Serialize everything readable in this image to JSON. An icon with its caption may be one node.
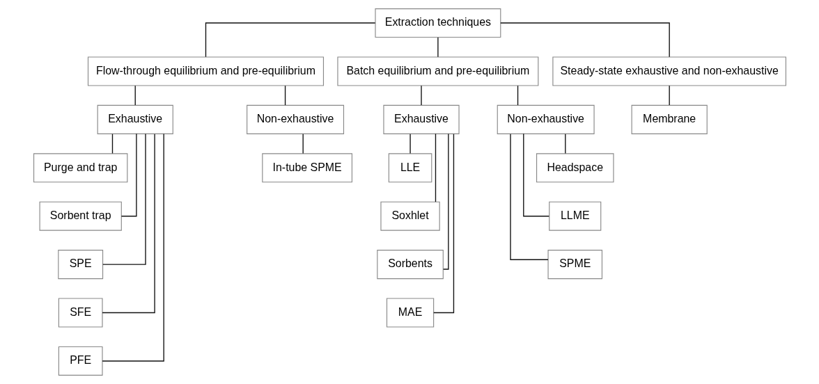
{
  "diagram": {
    "nodes": [
      {
        "text": [
          "Extraction techniques"
        ]
      },
      {
        "text": [
          "Flow-through equilibrium and pre-equilibrium"
        ]
      },
      {
        "text": [
          "Batch equilibrium and pre-equilibrium"
        ]
      },
      {
        "text": [
          "Steady-state exhaustive and non-exhaustive"
        ]
      },
      {
        "text": [
          "Exhaustive"
        ]
      },
      {
        "text": [
          "Non-exhaustive"
        ]
      },
      {
        "text": [
          "Exhaustive"
        ]
      },
      {
        "text": [
          "Non-exhaustive"
        ]
      },
      {
        "text": [
          "Membrane"
        ]
      },
      {
        "text": [
          "Purge and trap"
        ]
      },
      {
        "text": [
          "In-tube SPME"
        ]
      },
      {
        "text": [
          "LLE"
        ]
      },
      {
        "text": [
          "Headspace"
        ]
      },
      {
        "text": [
          "Sorbent trap"
        ]
      },
      {
        "text": [
          "Soxhlet"
        ]
      },
      {
        "text": [
          "LLME"
        ]
      },
      {
        "text": [
          "SPE"
        ]
      },
      {
        "text": [
          "Sorbents"
        ]
      },
      {
        "text": [
          "SPME"
        ]
      },
      {
        "text": [
          "SFE"
        ]
      },
      {
        "text": [
          "MAE"
        ]
      },
      {
        "text": [
          "PFE"
        ]
      }
    ],
    "edges": [
      {
        "from": 0,
        "to": 1,
        "arrow": "none"
      },
      {
        "from": 0,
        "to": 2,
        "arrow": "none"
      },
      {
        "from": 0,
        "to": 3,
        "arrow": "none"
      },
      {
        "from": 1,
        "to": 4,
        "arrow": "none"
      },
      {
        "from": 1,
        "to": 5,
        "arrow": "none"
      },
      {
        "from": 2,
        "to": 6,
        "arrow": "none"
      },
      {
        "from": 2,
        "to": 7,
        "arrow": "none"
      },
      {
        "from": 3,
        "to": 8,
        "arrow": "none"
      },
      {
        "from": 4,
        "to": 9,
        "arrow": "none"
      },
      {
        "from": 4,
        "to": 13,
        "arrow": "none"
      },
      {
        "from": 4,
        "to": 16,
        "arrow": "none"
      },
      {
        "from": 4,
        "to": 19,
        "arrow": "none"
      },
      {
        "from": 4,
        "to": 21,
        "arrow": "none"
      },
      {
        "from": 5,
        "to": 10,
        "arrow": "none"
      },
      {
        "from": 6,
        "to": 11,
        "arrow": "none"
      },
      {
        "from": 6,
        "to": 14,
        "arrow": "none"
      },
      {
        "from": 6,
        "to": 17,
        "arrow": "none"
      },
      {
        "from": 6,
        "to": 20,
        "arrow": "none"
      },
      {
        "from": 7,
        "to": 12,
        "arrow": "none"
      },
      {
        "from": 7,
        "to": 15,
        "arrow": "none"
      },
      {
        "from": 7,
        "to": 18,
        "arrow": "none"
      }
    ]
  }
}
